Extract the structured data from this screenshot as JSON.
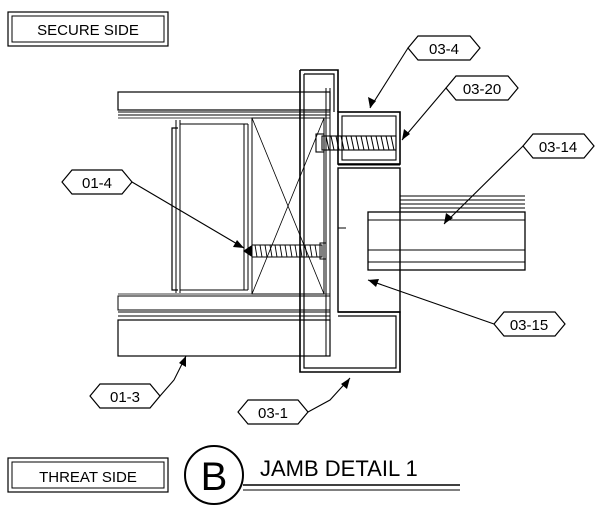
{
  "labels": {
    "secure_side": "SECURE SIDE",
    "threat_side": "THREAT SIDE"
  },
  "detail": {
    "letter": "B",
    "title": "JAMB DETAIL 1"
  },
  "callouts": {
    "c03_4": "03-4",
    "c03_20": "03-20",
    "c03_14": "03-14",
    "c01_4": "01-4",
    "c03_15": "03-15",
    "c01_3": "01-3",
    "c03_1": "03-1"
  }
}
